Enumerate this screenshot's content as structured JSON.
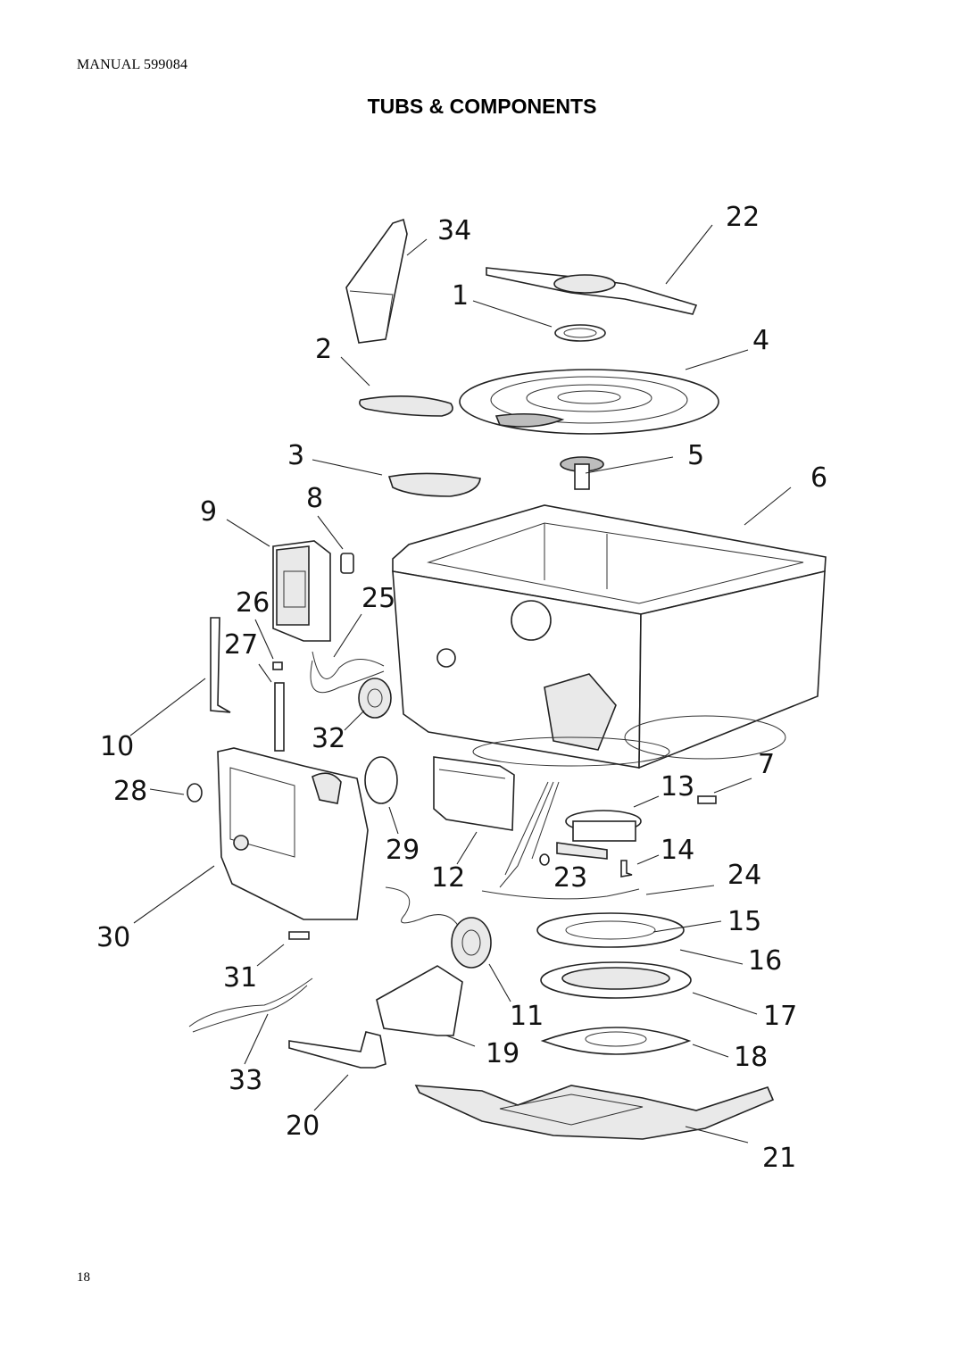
{
  "header": {
    "manual": "MANUAL 599084"
  },
  "title": "TUBS & COMPONENTS",
  "footer": {
    "page_number": "18"
  },
  "callouts": [
    "1",
    "2",
    "3",
    "4",
    "5",
    "6",
    "7",
    "8",
    "9",
    "10",
    "11",
    "12",
    "13",
    "14",
    "15",
    "16",
    "17",
    "18",
    "19",
    "20",
    "21",
    "22",
    "23",
    "24",
    "25",
    "26",
    "27",
    "28",
    "29",
    "30",
    "31",
    "32",
    "33",
    "34"
  ]
}
